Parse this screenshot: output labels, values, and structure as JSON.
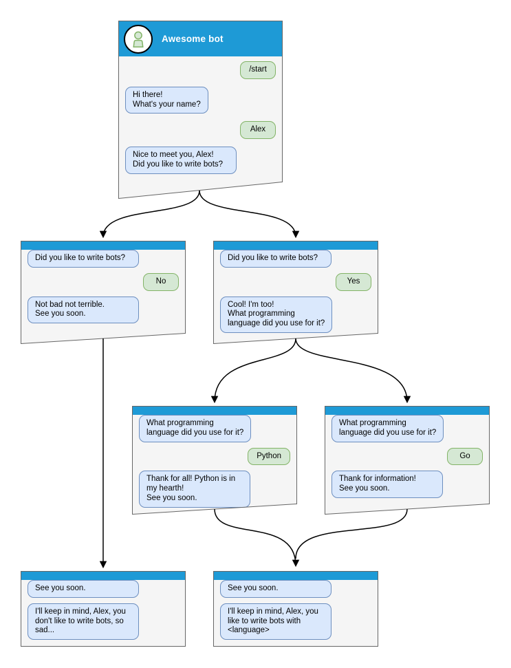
{
  "colors": {
    "accent_blue": "#1e9ad6",
    "window_fill": "#f5f5f5",
    "window_border": "#666666",
    "bot_bubble_fill": "#dae8fc",
    "bot_bubble_border": "#6c8ebf",
    "user_bubble_fill": "#d5e8d4",
    "user_bubble_border": "#82b366",
    "connector": "#000000",
    "title_text": "#ffffff",
    "avatar_ring": "#000000"
  },
  "windows": [
    {
      "id": "root",
      "title": "Awesome bot",
      "avatar_icon": "person-icon",
      "messages": [
        {
          "from": "user",
          "text": "/start"
        },
        {
          "from": "bot",
          "text": "Hi there!\nWhat's your name?"
        },
        {
          "from": "user",
          "text": "Alex"
        },
        {
          "from": "bot",
          "text": "Nice to meet you, Alex!\nDid you like to write bots?"
        }
      ]
    },
    {
      "id": "branch-no",
      "messages": [
        {
          "from": "bot",
          "text": "Did you like to write bots?"
        },
        {
          "from": "user",
          "text": "No"
        },
        {
          "from": "bot",
          "text": "Not bad not terrible.\nSee you soon."
        }
      ]
    },
    {
      "id": "branch-yes",
      "messages": [
        {
          "from": "bot",
          "text": "Did you like to write bots?"
        },
        {
          "from": "user",
          "text": "Yes"
        },
        {
          "from": "bot",
          "text": "Cool! I'm too!\nWhat programming\nlanguage did you use for it?"
        }
      ]
    },
    {
      "id": "branch-python",
      "messages": [
        {
          "from": "bot",
          "text": "What programming\nlanguage did you use for it?"
        },
        {
          "from": "user",
          "text": "Python"
        },
        {
          "from": "bot",
          "text": "Thank for all! Python is in\nmy hearth!\nSee you soon."
        }
      ]
    },
    {
      "id": "branch-go",
      "messages": [
        {
          "from": "bot",
          "text": "What programming\nlanguage did you use for it?"
        },
        {
          "from": "user",
          "text": "Go"
        },
        {
          "from": "bot",
          "text": "Thank for information!\nSee you soon."
        }
      ]
    },
    {
      "id": "end-no",
      "messages": [
        {
          "from": "bot",
          "text": "See you soon."
        },
        {
          "from": "bot",
          "text": "I'll keep in mind, Alex, you\ndon't like to write bots, so\nsad..."
        }
      ]
    },
    {
      "id": "end-yes",
      "messages": [
        {
          "from": "bot",
          "text": "See you soon."
        },
        {
          "from": "bot",
          "text": "I'll keep in mind, Alex, you\nlike to write bots with\n<language>"
        }
      ]
    }
  ],
  "edges": [
    {
      "from": "root",
      "to": "branch-no"
    },
    {
      "from": "root",
      "to": "branch-yes"
    },
    {
      "from": "branch-no",
      "to": "end-no"
    },
    {
      "from": "branch-yes",
      "to": "branch-python"
    },
    {
      "from": "branch-yes",
      "to": "branch-go"
    },
    {
      "from": "branch-python",
      "to": "end-yes"
    },
    {
      "from": "branch-go",
      "to": "end-yes"
    }
  ]
}
